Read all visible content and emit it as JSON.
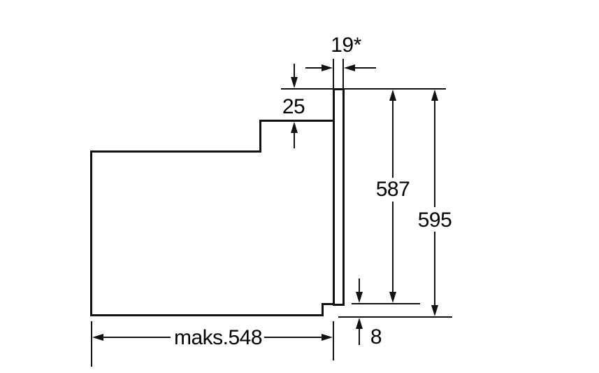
{
  "labels": {
    "front_gap": "19*",
    "top_recess": "25",
    "front_height": "587",
    "total_height": "595",
    "max_depth": "maks.548",
    "bottom_gap": "8"
  },
  "colors": {
    "line": "#111111",
    "text": "#000000",
    "background": "#ffffff"
  }
}
